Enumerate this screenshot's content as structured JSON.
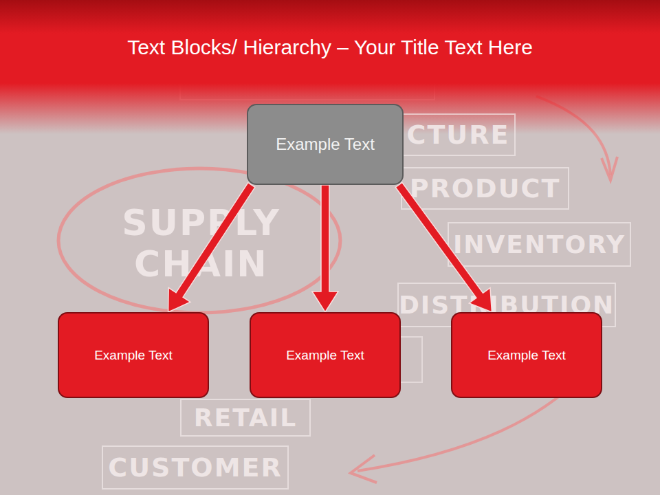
{
  "diagram": {
    "title": "Text Blocks/ Hierarchy – Your Title Text Here",
    "nodes": [
      {
        "text": [
          "Example Text"
        ]
      },
      {
        "text": [
          "Example Text"
        ]
      },
      {
        "text": [
          "Example Text"
        ]
      },
      {
        "text": [
          "Example Text"
        ]
      }
    ],
    "edges": [
      {
        "from": 0,
        "to": 1,
        "arrow": "to"
      },
      {
        "from": 0,
        "to": 2,
        "arrow": "to"
      },
      {
        "from": 0,
        "to": 3,
        "arrow": "to"
      }
    ],
    "labels": [
      "SUPPLY CHAIN",
      "CTURE",
      "PRODUCT",
      "INVENTORY",
      "DISTRIBUTION",
      "RETAIL",
      "CUSTOMER"
    ]
  }
}
